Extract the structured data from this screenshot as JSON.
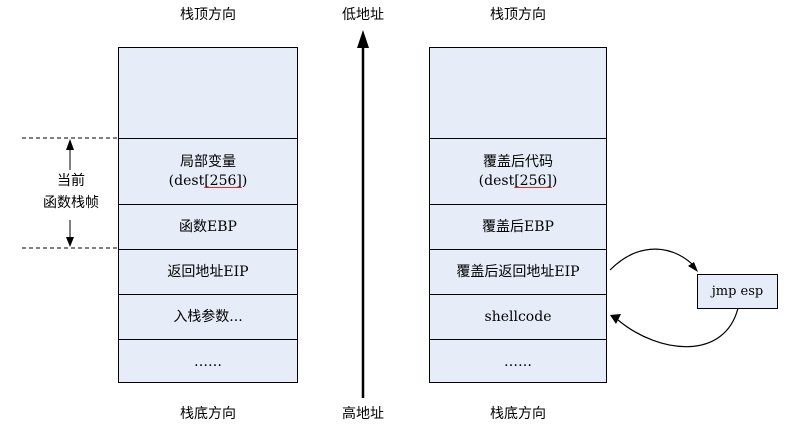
{
  "left_stack": {
    "top_label": "栈顶方向",
    "bottom_label": "栈底方向",
    "cells": [
      {
        "line1": "",
        "line2": ""
      },
      {
        "line1": "局部变量",
        "line2_prefix": "(dest",
        "line2_under": "[256]",
        "line2_suffix": ")"
      },
      {
        "line1": "函数EBP"
      },
      {
        "line1": "返回地址EIP"
      },
      {
        "line1": "入栈参数..."
      },
      {
        "line1": "……"
      }
    ],
    "frame_label_line1": "当前",
    "frame_label_line2": "函数栈帧"
  },
  "middle_axis": {
    "top_label": "低地址",
    "bottom_label": "高地址"
  },
  "right_stack": {
    "top_label": "栈顶方向",
    "bottom_label": "栈底方向",
    "cells": [
      {
        "line1": "",
        "line2": ""
      },
      {
        "line1": "覆盖后代码",
        "line2_prefix": "(dest",
        "line2_under": "[256]",
        "line2_suffix": ")"
      },
      {
        "line1": "覆盖后EBP"
      },
      {
        "line1": "覆盖后返回地址EIP"
      },
      {
        "line1": "shellcode"
      },
      {
        "line1": "……"
      }
    ]
  },
  "jmp_box": {
    "label": "jmp esp"
  },
  "colors": {
    "cell_fill": "#e6edf8",
    "underline": "#e03030",
    "stroke": "#000000"
  }
}
